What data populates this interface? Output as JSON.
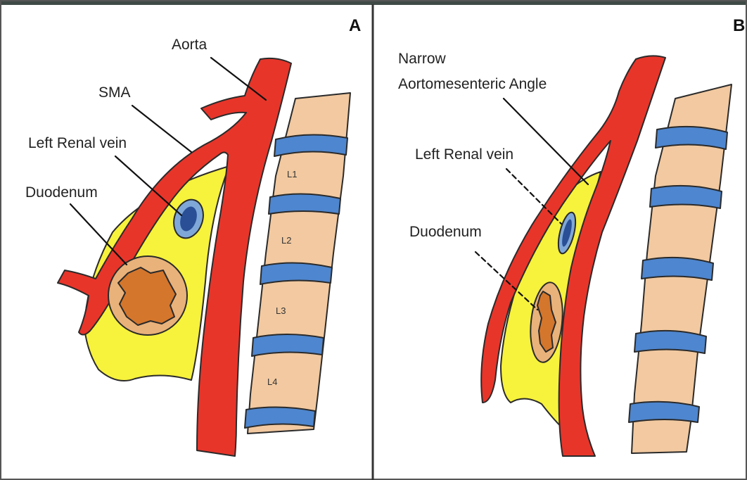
{
  "colors": {
    "aorta": "#e8352a",
    "fat": "#f7f23c",
    "vertebra": "#f2c9a0",
    "disc": "#4e86cf",
    "renal_vein_outer": "#7fa8d8",
    "renal_vein_inner": "#2a4f96",
    "duodenum_ring": "#e9b27a",
    "duodenum_lumen": "#d4762c",
    "header_bar": "#3f4a46"
  },
  "panel_a": {
    "panel_label": "A",
    "labels": {
      "aorta": "Aorta",
      "sma": "SMA",
      "left_renal_vein": "Left Renal vein",
      "duodenum": "Duodenum"
    },
    "vertebrae": [
      "L1",
      "L2",
      "L3",
      "L4"
    ]
  },
  "panel_b": {
    "panel_label": "B",
    "labels": {
      "angle_line1": "Narrow",
      "angle_line2": "Aortomesenteric Angle",
      "left_renal_vein": "Left Renal vein",
      "duodenum": "Duodenum"
    }
  }
}
